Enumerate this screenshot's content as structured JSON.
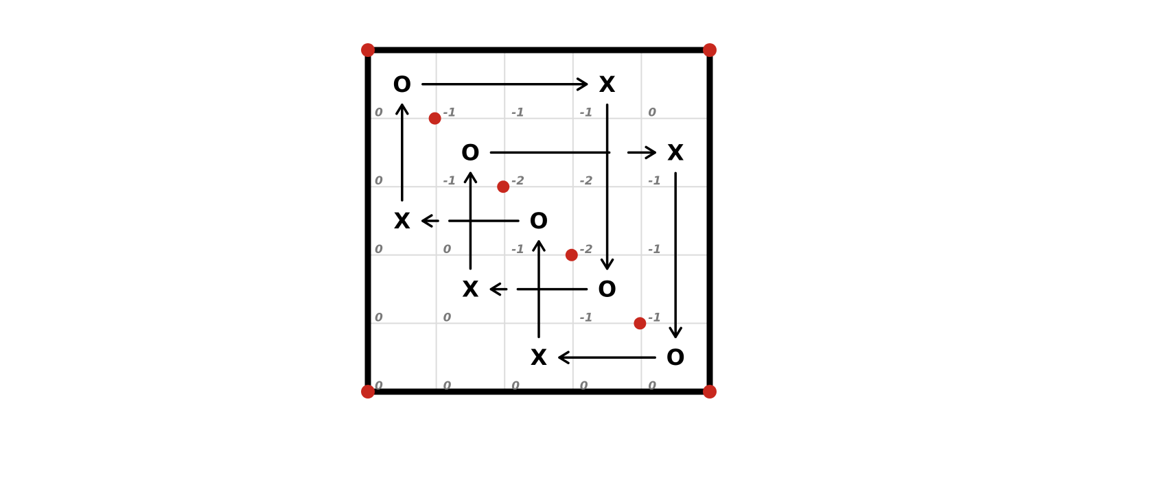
{
  "colors": {
    "frame": "#000000",
    "grid": "#dcdcdc",
    "number": "#7a7a7a",
    "dot": "#c8281e",
    "arrow": "#000000"
  },
  "grid": {
    "rows": 5,
    "cols": 5
  },
  "corner_dots": [
    "top-left",
    "top-right",
    "bottom-left",
    "bottom-right"
  ],
  "inner_dots": [
    {
      "i": 1,
      "j": 1
    },
    {
      "i": 2,
      "j": 2
    },
    {
      "i": 3,
      "j": 3
    },
    {
      "i": 4,
      "j": 4
    }
  ],
  "numbers": [
    {
      "i": 0,
      "j": 1,
      "text": "0"
    },
    {
      "i": 1,
      "j": 1,
      "text": "-1"
    },
    {
      "i": 2,
      "j": 1,
      "text": "-1"
    },
    {
      "i": 3,
      "j": 1,
      "text": "-1"
    },
    {
      "i": 4,
      "j": 1,
      "text": "0"
    },
    {
      "i": 0,
      "j": 2,
      "text": "0"
    },
    {
      "i": 1,
      "j": 2,
      "text": "-1"
    },
    {
      "i": 2,
      "j": 2,
      "text": "-2"
    },
    {
      "i": 3,
      "j": 2,
      "text": "-2"
    },
    {
      "i": 4,
      "j": 2,
      "text": "-1"
    },
    {
      "i": 0,
      "j": 3,
      "text": "0"
    },
    {
      "i": 1,
      "j": 3,
      "text": "0"
    },
    {
      "i": 2,
      "j": 3,
      "text": "-1"
    },
    {
      "i": 3,
      "j": 3,
      "text": "-2"
    },
    {
      "i": 4,
      "j": 3,
      "text": "-1"
    },
    {
      "i": 0,
      "j": 4,
      "text": "0"
    },
    {
      "i": 1,
      "j": 4,
      "text": "0"
    },
    {
      "i": 3,
      "j": 4,
      "text": "-1"
    },
    {
      "i": 4,
      "j": 4,
      "text": "-1"
    },
    {
      "i": 0,
      "j": 5,
      "text": "0"
    },
    {
      "i": 1,
      "j": 5,
      "text": "0"
    },
    {
      "i": 2,
      "j": 5,
      "text": "0"
    },
    {
      "i": 3,
      "j": 5,
      "text": "0"
    },
    {
      "i": 4,
      "j": 5,
      "text": "0"
    }
  ],
  "symbols": [
    {
      "c": 0,
      "r": 0,
      "text": "O"
    },
    {
      "c": 3,
      "r": 0,
      "text": "X"
    },
    {
      "c": 1,
      "r": 1,
      "text": "O"
    },
    {
      "c": 4,
      "r": 1,
      "text": "X"
    },
    {
      "c": 0,
      "r": 2,
      "text": "X"
    },
    {
      "c": 2,
      "r": 2,
      "text": "O"
    },
    {
      "c": 1,
      "r": 3,
      "text": "X"
    },
    {
      "c": 3,
      "r": 3,
      "text": "O"
    },
    {
      "c": 2,
      "r": 4,
      "text": "X"
    },
    {
      "c": 4,
      "r": 4,
      "text": "O"
    }
  ],
  "arrows": [
    {
      "from": [
        0,
        0
      ],
      "to": [
        3,
        0
      ],
      "style": "solid"
    },
    {
      "from": [
        3,
        0
      ],
      "to": [
        3,
        3
      ],
      "style": "solid"
    },
    {
      "from": [
        1,
        1
      ],
      "to": [
        4,
        1
      ],
      "style": "gap"
    },
    {
      "from": [
        4,
        1
      ],
      "to": [
        4,
        4
      ],
      "style": "solid"
    },
    {
      "from": [
        4,
        4
      ],
      "to": [
        2,
        4
      ],
      "style": "solid"
    },
    {
      "from": [
        2,
        4
      ],
      "to": [
        2,
        2
      ],
      "style": "solid"
    },
    {
      "from": [
        3,
        3
      ],
      "to": [
        1,
        3
      ],
      "style": "gap"
    },
    {
      "from": [
        1,
        3
      ],
      "to": [
        1,
        1
      ],
      "style": "solid"
    },
    {
      "from": [
        2,
        2
      ],
      "to": [
        0,
        2
      ],
      "style": "gap"
    },
    {
      "from": [
        0,
        2
      ],
      "to": [
        0,
        0
      ],
      "style": "solid"
    }
  ]
}
